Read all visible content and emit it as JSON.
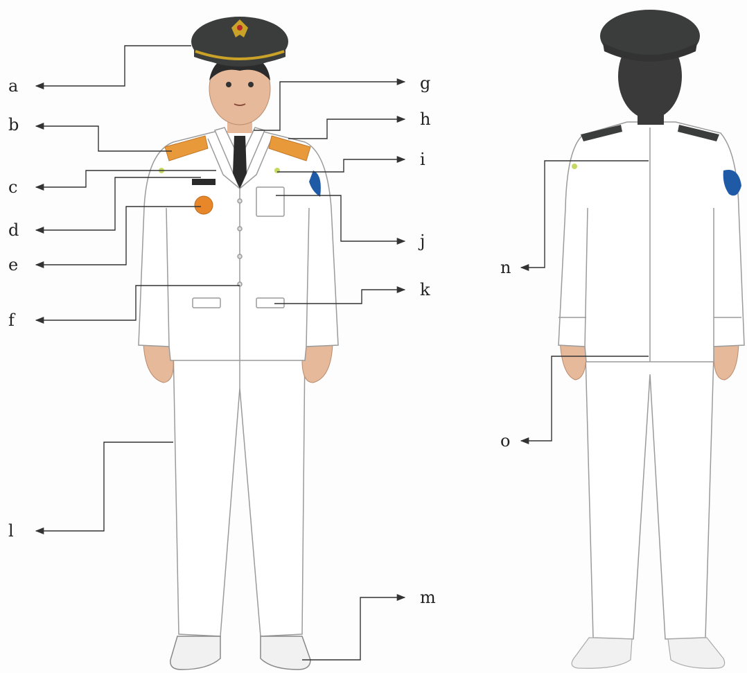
{
  "labels": {
    "a": "a",
    "b": "b",
    "c": "c",
    "d": "d",
    "e": "e",
    "f": "f",
    "g": "g",
    "h": "h",
    "i": "i",
    "j": "j",
    "k": "k",
    "l": "l",
    "m": "m",
    "n": "n",
    "o": "o"
  },
  "colors": {
    "uniform": "#ffffff",
    "uniform_line": "#9a9a9a",
    "cap": "#3b3d3c",
    "cap_band": "#c9a227",
    "epaulette": "#e89a3a",
    "tie": "#2a2a2a",
    "skin": "#e6b99a",
    "hair": "#2b2b2b",
    "patch": "#1f5aa6",
    "shoe": "#eeeeee",
    "arrow": "#333333"
  },
  "icons": {
    "front_figure": "front-uniform-figure",
    "back_figure": "back-uniform-figure",
    "cap_emblem": "eagle-emblem-icon"
  }
}
